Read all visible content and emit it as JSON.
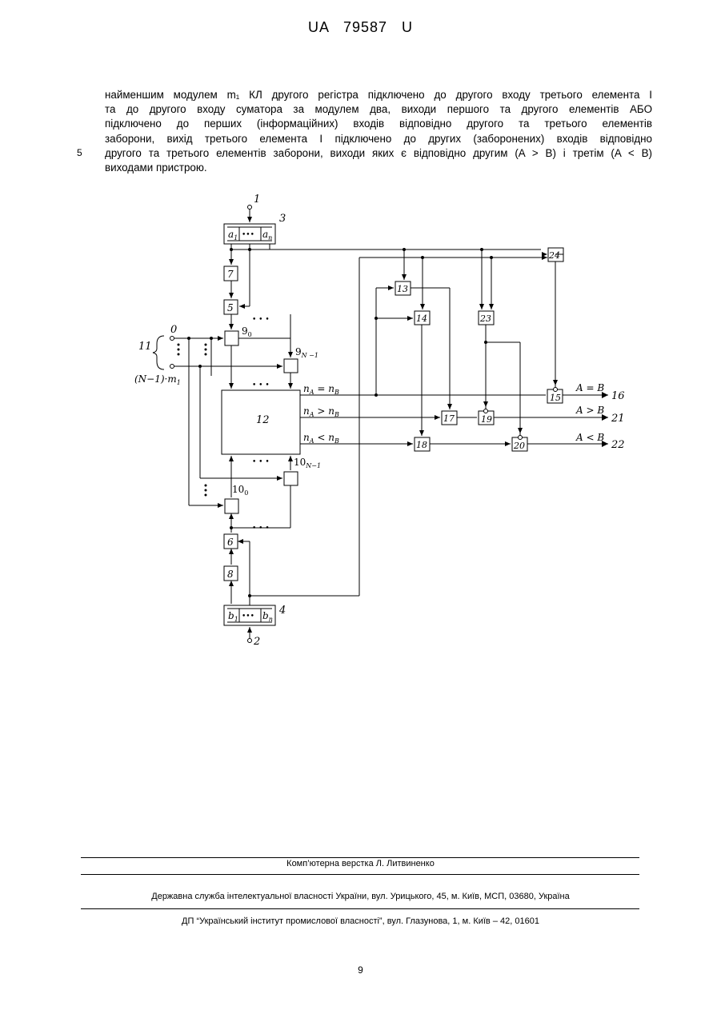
{
  "header": {
    "code": "UA 79587 U"
  },
  "paragraph": {
    "lines": [
      "найменшим модулем m₁ КЛ другого регістра підключено до другого входу третього елемента І",
      "та до другого входу суматора за модулем два, виходи першого та другого елементів АБО",
      "підключено до перших (інформаційних) входів відповідно другого та третього елементів",
      "заборони, вихід третього елемента І підключено до других (заборонених) входів відповідно",
      "другого та третього елементів заборони, виходи яких є відповідно другим (A > B) і третім (A < B)",
      "виходами пристрою."
    ],
    "line_number": "5"
  },
  "diagram": {
    "inputs": {
      "in1": "1",
      "in2": "2",
      "in0": "0",
      "bus": "11",
      "bus_last": "(N−1)·m",
      "bus_last_sub": "1"
    },
    "registers": {
      "a": {
        "number": "3",
        "first": "a",
        "first_sub": "1",
        "dots": "•••",
        "last": "a",
        "last_sub": "n"
      },
      "b": {
        "number": "4",
        "first": "b",
        "first_sub": "1",
        "dots": "•••",
        "last": "b",
        "last_sub": "n"
      }
    },
    "blocks": {
      "b5": "5",
      "b6": "6",
      "b7": "7",
      "b8": "8",
      "b9_0": "9",
      "b9_0_sub": "0",
      "b9_n": "9",
      "b9_n_sub": "N −1",
      "b10_0": "10",
      "b10_0_sub": "0",
      "b10_n": "10",
      "b10_n_sub": "N−1",
      "b12": "12",
      "b13": "13",
      "b14": "14",
      "b15": "15",
      "b17": "17",
      "b18": "18",
      "b19": "19",
      "b20": "20",
      "b23": "23",
      "b24": "24"
    },
    "compare_labels": {
      "eq": "n",
      "eq_a": "A",
      "eq_op": " = n",
      "eq_b": "B",
      "gt": "n",
      "gt_a": "A",
      "gt_op": " > n",
      "gt_b": "B",
      "lt": "n",
      "lt_a": "A",
      "lt_op": " < n",
      "lt_b": "B"
    },
    "outputs": {
      "eq_label": "A = B",
      "eq_num": "16",
      "gt_label": "A > B",
      "gt_num": "21",
      "lt_label": "A < B",
      "lt_num": "22"
    },
    "dots": "• • •"
  },
  "footer": {
    "typesetting": "Комп’ютерна верстка Л. Литвиненко",
    "service": "Державна служба інтелектуальної власності України, вул. Урицького, 45, м. Київ, МСП, 03680, Україна",
    "institute": "ДП “Український інститут промислової власності”, вул. Глазунова, 1, м. Київ – 42, 01601"
  },
  "page_number": "9"
}
